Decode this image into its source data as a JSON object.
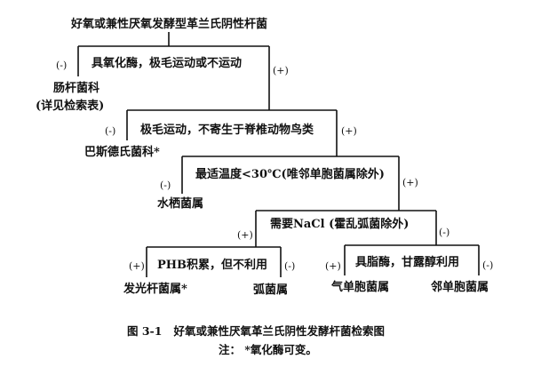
{
  "title": "好氧或兼性厌氧发酵型革兰氏阴性杆菌",
  "nodes": {
    "n1": {
      "criterion": "具氧化酶，极毛运动或不运动",
      "neg": "(-)",
      "pos": "(+)",
      "neg_result": "肠杆菌科",
      "neg_note": "(详见检索表)"
    },
    "n2": {
      "criterion": "极毛运动，不寄生于脊椎动物鸟类",
      "neg": "(-)",
      "pos": "(+)",
      "neg_result": "巴斯德氏菌科*"
    },
    "n3": {
      "criterion": "最适温度<30℃(唯邻单胞菌属除外)",
      "neg": "(-)",
      "pos": "(+)",
      "neg_result": "水栖菌属"
    },
    "n4": {
      "criterion": "需要NaCl (霍乱弧菌除外)",
      "pos": "(+)",
      "neg": "(-)"
    },
    "n5": {
      "criterion": "PHB积累，但不利用",
      "pos": "(+)",
      "neg": "(-)",
      "pos_result": "发光杆菌属*",
      "neg_result": "弧菌属"
    },
    "n6": {
      "criterion": "具脂酶，甘露醇利用",
      "pos": "(+)",
      "neg": "(-)",
      "pos_result": "气单胞菌属",
      "neg_result": "邻单胞菌属"
    }
  },
  "caption": "图 3-1   好氧或兼性厌氧革兰氏阴性发酵杆菌检索图",
  "note": "注： *氧化酶可变。"
}
